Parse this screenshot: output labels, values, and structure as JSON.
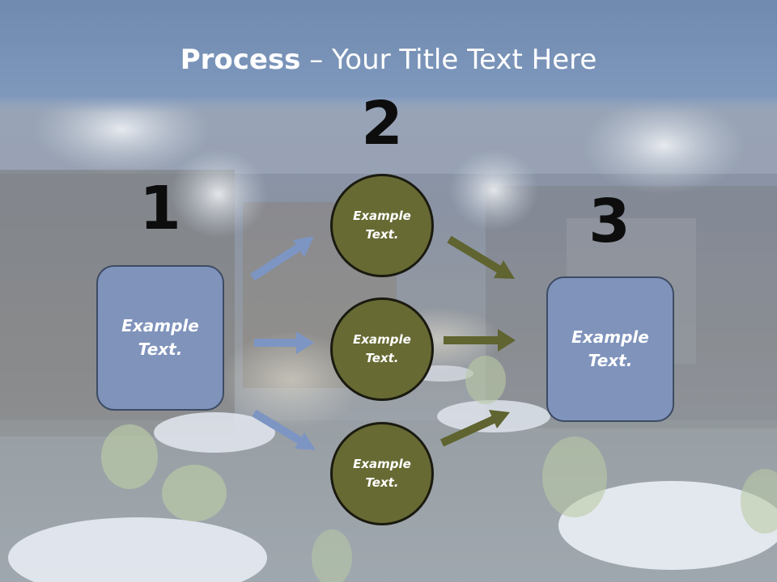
{
  "title": {
    "bold": "Process",
    "rest": " – Your Title Text Here"
  },
  "steps": [
    {
      "number": "1",
      "text": "Example Text."
    },
    {
      "number": "2",
      "text": "Example Text."
    },
    {
      "number": "3",
      "text": "Example Text."
    }
  ],
  "circles": [
    {
      "text": "Example Text."
    },
    {
      "text": "Example Text."
    },
    {
      "text": "Example Text."
    }
  ],
  "colors": {
    "box_fill": "#7f93bb",
    "circle_fill": "#676a33",
    "arrow_blue": "#7d95c3",
    "arrow_olive": "#5f6430",
    "header": "#6a86b0"
  }
}
